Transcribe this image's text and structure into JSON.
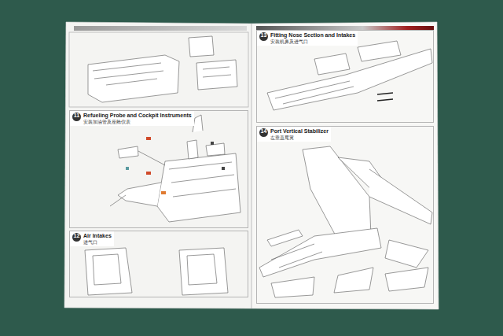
{
  "diagram": {
    "nodes": [
      {
        "text": [
          "11",
          "Refueling Probe and Cockpit Instruments",
          "安装加油管及座舱仪表"
        ]
      },
      {
        "text": [
          "12",
          "Air Intakes",
          "进气口"
        ]
      },
      {
        "text": [
          "13",
          "Fitting Nose Section and Intakes",
          "安装机鼻及进气口"
        ]
      },
      {
        "text": [
          "14",
          "Port Vertical Stabilizer",
          "左垂直尾翼"
        ]
      }
    ]
  }
}
